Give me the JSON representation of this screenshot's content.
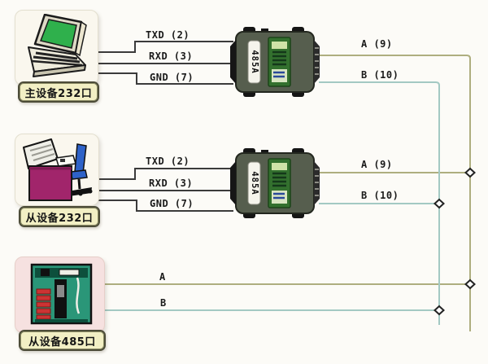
{
  "devices": [
    {
      "label": "主设备232口",
      "illustration": "laptop"
    },
    {
      "label": "从设备232口",
      "illustration": "desktop-computer"
    },
    {
      "label": "从设备485口",
      "illustration": "control-cabinet"
    }
  ],
  "converters": [
    {
      "label": "485A"
    },
    {
      "label": "485A"
    }
  ],
  "wires": {
    "group1": {
      "txd": "TXD (2)",
      "rxd": "RXD (3)",
      "gnd": "GND (7)",
      "a": "A (9)",
      "b": "B (10)"
    },
    "group2": {
      "txd": "TXD (2)",
      "rxd": "RXD (3)",
      "gnd": "GND (7)",
      "a": "A (9)",
      "b": "B (10)"
    },
    "group3": {
      "a": "A",
      "b": "B"
    }
  },
  "colors": {
    "a_line": "#aeae7f",
    "b_line": "#a3c9c3",
    "signal_line": "#3b3b3b"
  }
}
